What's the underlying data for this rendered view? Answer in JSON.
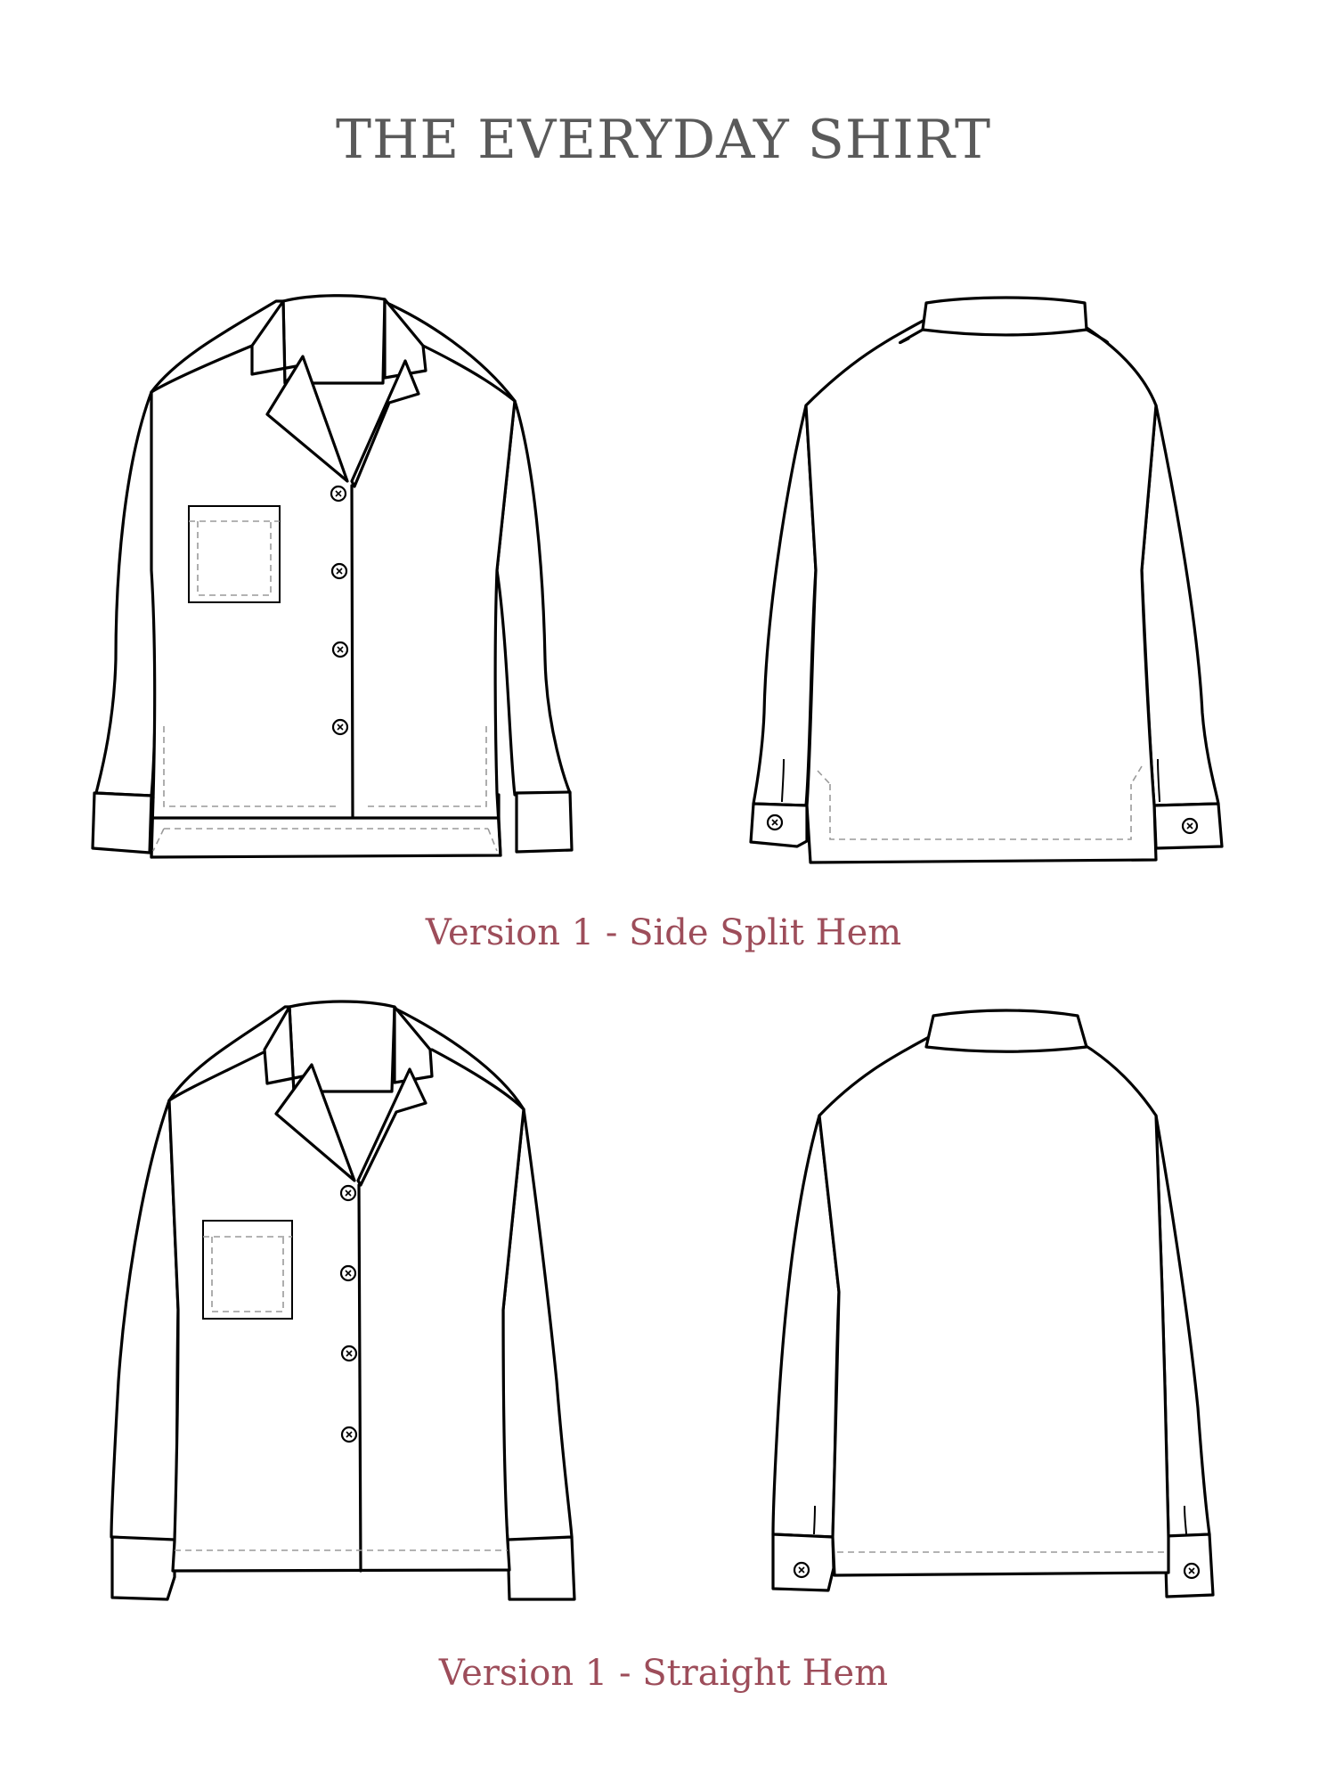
{
  "title": "THE EVERYDAY SHIRT",
  "captions": {
    "version1": "Version 1 - Side Split Hem",
    "version2": "Version 1 - Straight Hem"
  },
  "drawings": [
    {
      "name": "front-side-split-hem",
      "icon": "shirt-front-icon",
      "buttons": 4,
      "pocket": true
    },
    {
      "name": "back-side-split-hem",
      "icon": "shirt-back-icon",
      "cuff_buttons": 2
    },
    {
      "name": "front-straight-hem",
      "icon": "shirt-front-icon",
      "buttons": 4,
      "pocket": true
    },
    {
      "name": "back-straight-hem",
      "icon": "shirt-back-icon",
      "cuff_buttons": 2
    }
  ],
  "colors": {
    "title": "#5a5a5a",
    "caption": "#9d4d5a",
    "stitch": "#9a9a9a"
  }
}
